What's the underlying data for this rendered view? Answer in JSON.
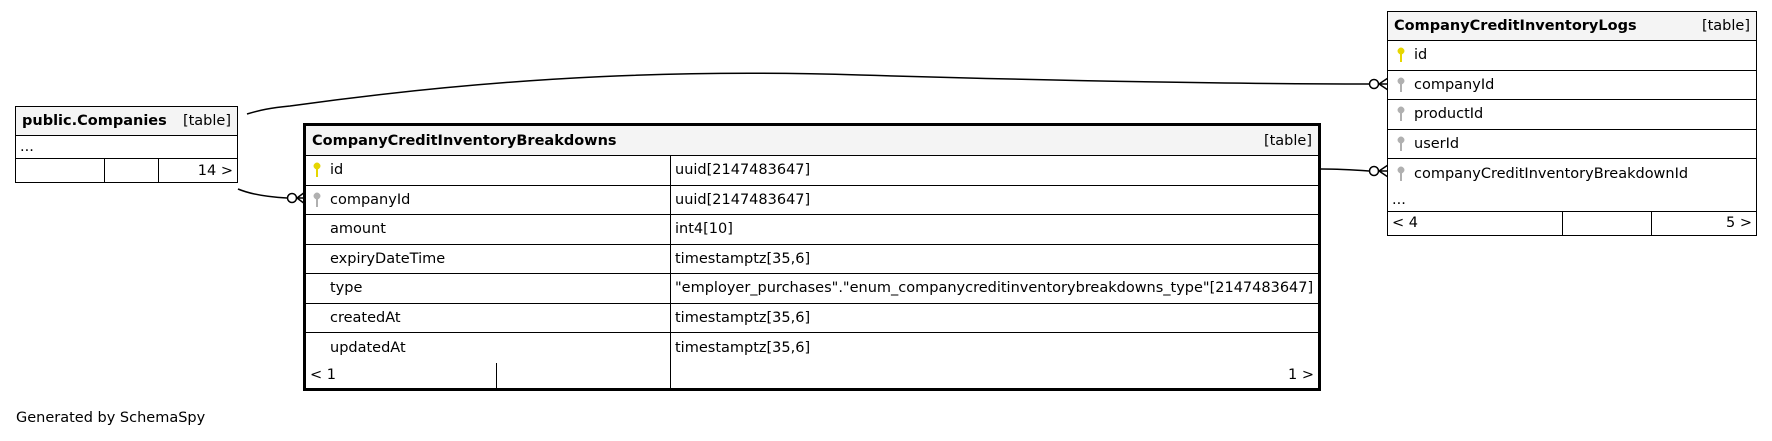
{
  "tables": {
    "companies": {
      "name": "public.Companies",
      "kind": "[table]",
      "ellipsis": "...",
      "footer": [
        "",
        "",
        "14 >"
      ]
    },
    "breakdowns": {
      "name": "CompanyCreditInventoryBreakdowns",
      "kind": "[table]",
      "columns": [
        {
          "name": "id",
          "type": "uuid[2147483647]",
          "key": "primary"
        },
        {
          "name": "companyId",
          "type": "uuid[2147483647]",
          "key": "foreign"
        },
        {
          "name": "amount",
          "type": "int4[10]",
          "key": "none"
        },
        {
          "name": "expiryDateTime",
          "type": "timestamptz[35,6]",
          "key": "none"
        },
        {
          "name": "type",
          "type": "\"employer_purchases\".\"enum_companycreditinventorybreakdowns_type\"[2147483647]",
          "key": "none"
        },
        {
          "name": "createdAt",
          "type": "timestamptz[35,6]",
          "key": "none"
        },
        {
          "name": "updatedAt",
          "type": "timestamptz[35,6]",
          "key": "none"
        }
      ],
      "footer": [
        "< 1",
        "",
        "1 >"
      ]
    },
    "logs": {
      "name": "CompanyCreditInventoryLogs",
      "kind": "[table]",
      "columns": [
        {
          "name": "id",
          "key": "primary"
        },
        {
          "name": "companyId",
          "key": "foreign"
        },
        {
          "name": "productId",
          "key": "foreign"
        },
        {
          "name": "userId",
          "key": "foreign"
        },
        {
          "name": "companyCreditInventoryBreakdownId",
          "key": "foreign"
        }
      ],
      "ellipsis": "...",
      "footer": [
        "< 4",
        "",
        "5 >"
      ]
    }
  },
  "footer_text": "Generated by SchemaSpy",
  "colors": {
    "primary_key": "#e6d600",
    "foreign_key": "#b0b0b0",
    "header_bg": "#f4f4f4"
  }
}
